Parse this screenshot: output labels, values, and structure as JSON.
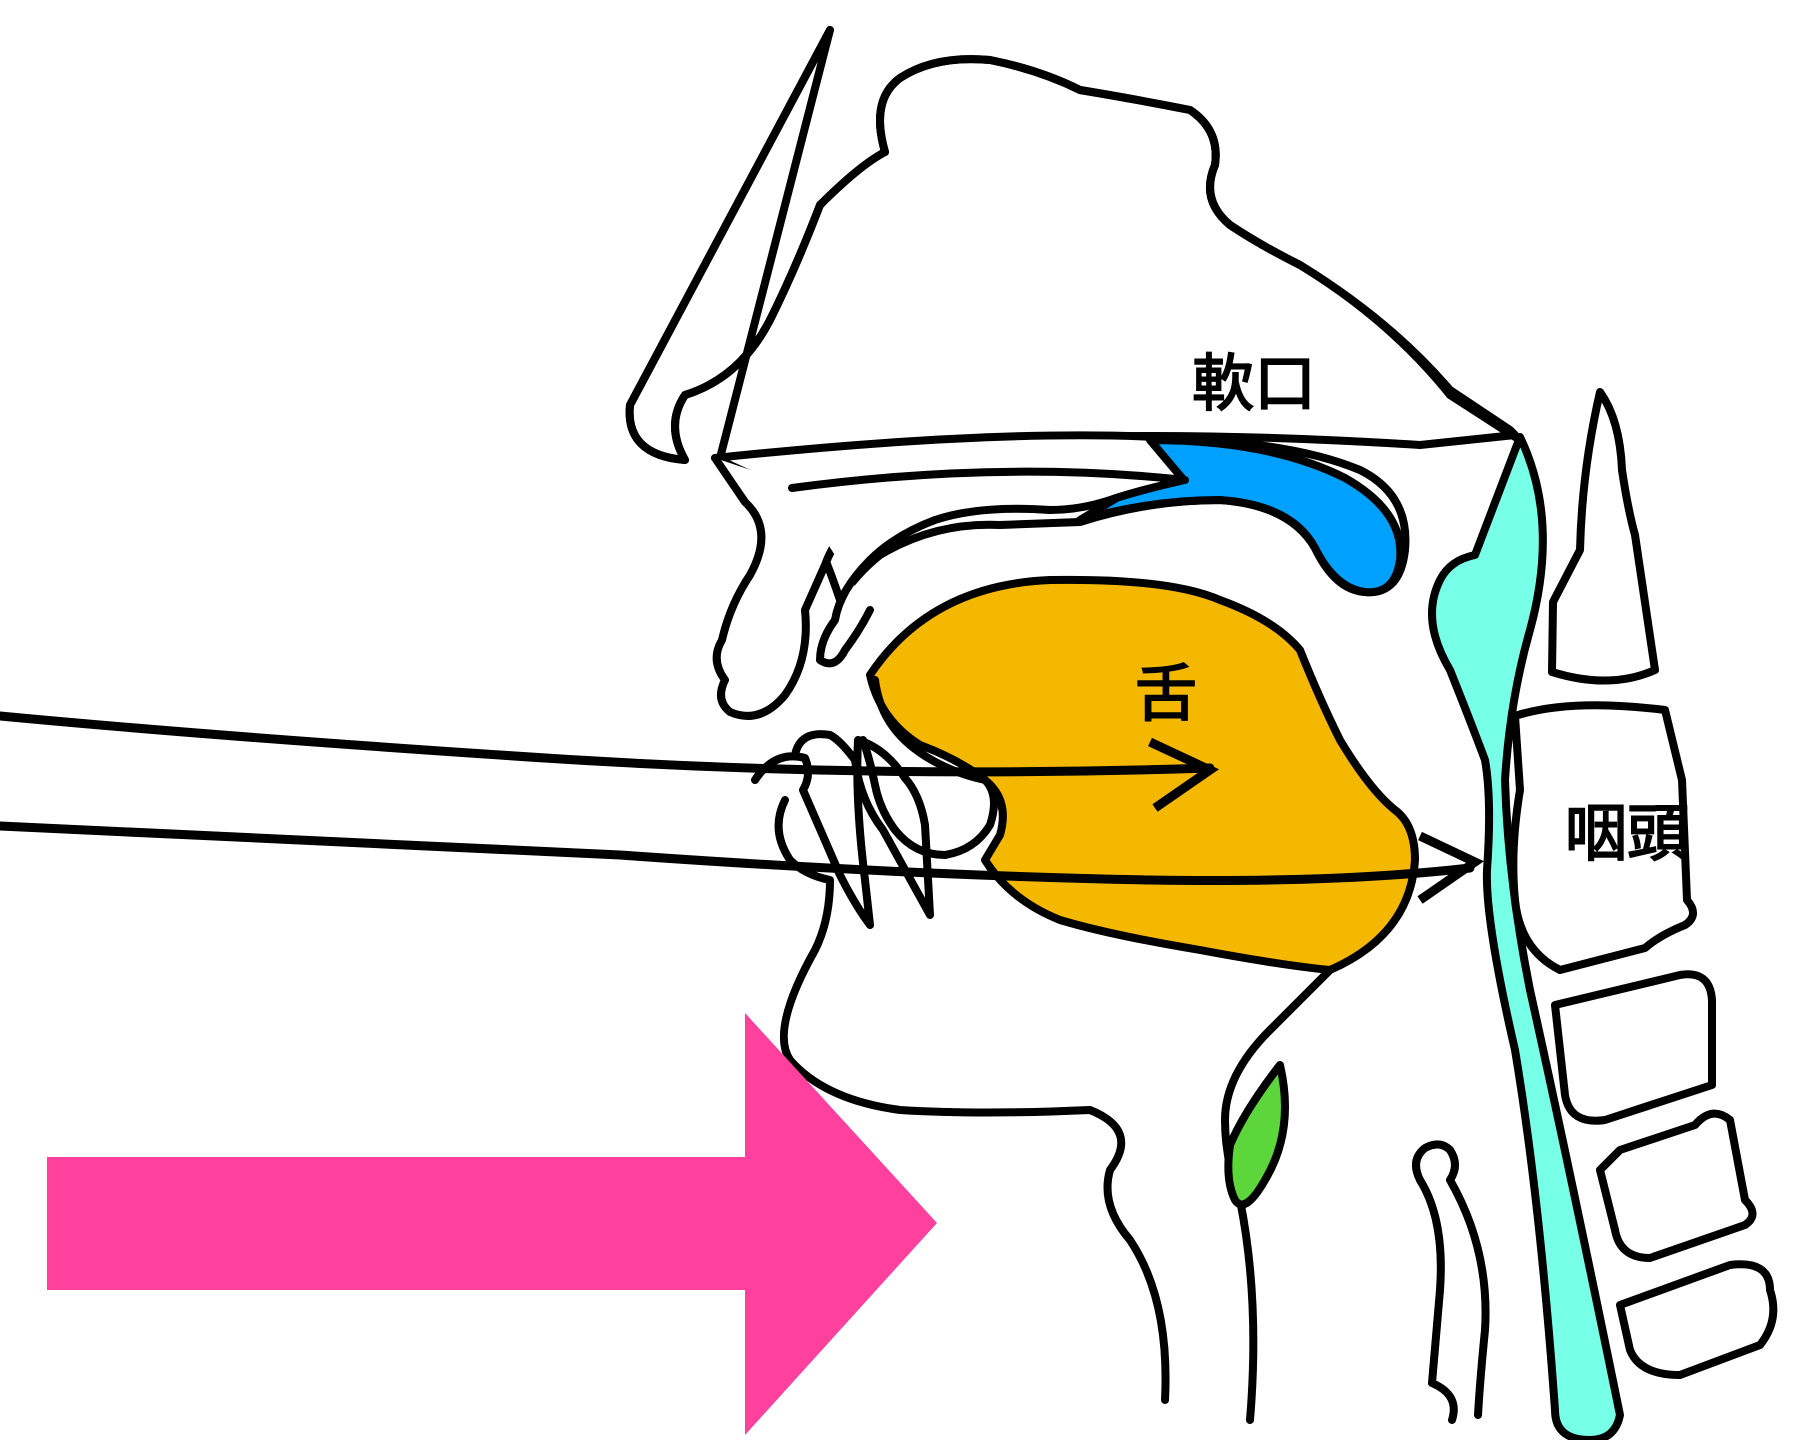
{
  "labels": {
    "soft_palate": "軟口",
    "tongue": "舌",
    "pharynx": "咽頭"
  },
  "colors": {
    "soft_palate": "#00a0ff",
    "tongue": "#f5b800",
    "pharynx": "#78ffe8",
    "epiglottis": "#5cd63a",
    "pointer_arrow": "#ff409c",
    "outline": "#000000"
  },
  "icons": {
    "pointer": "right-arrow-icon",
    "insertion_direction": "arrowhead-icon"
  }
}
